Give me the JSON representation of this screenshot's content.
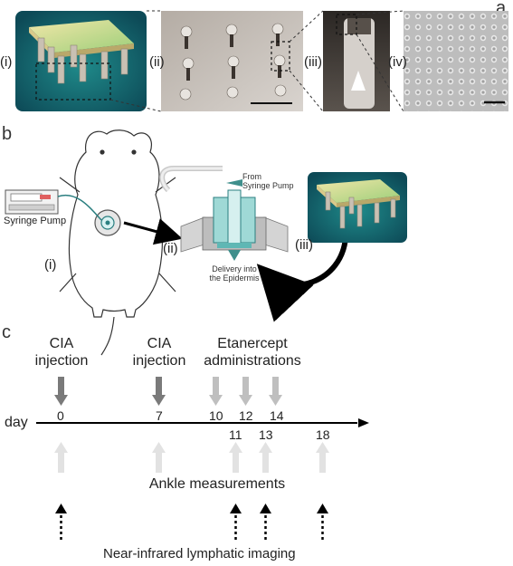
{
  "panel_a": {
    "letter": "a",
    "labels": [
      "(i)",
      "(ii)",
      "(iii)",
      "(iv)"
    ]
  },
  "panel_b": {
    "letter": "b",
    "labels": [
      "(i)",
      "(ii)",
      "(iii)"
    ],
    "syringe_pump_label": "Syringe Pump",
    "from_syringe_pump": "From\nSyringe Pump",
    "delivery_label": "Delivery into\nthe Epidermis"
  },
  "panel_c": {
    "letter": "c",
    "axis_label": "day",
    "cia_label_1": "CIA\ninjection",
    "cia_label_2": "CIA\ninjection",
    "etanercept_label": "Etanercept\nadministrations",
    "top_days": [
      "0",
      "7",
      "10",
      "12",
      "14"
    ],
    "bottom_days": [
      "11",
      "13",
      "18"
    ],
    "ankle_label": "Ankle measurements",
    "nir_label": "Near-infrared lymphatic imaging"
  },
  "colors": {
    "dark_arrow": "#7a7a7a",
    "mid_arrow": "#bfbfbf",
    "light_arrow": "#e2e2e2",
    "patch_teal": "#3f8f8c",
    "patch_green": "#c8e3a0",
    "sem_gray": "#c8c8c8"
  }
}
